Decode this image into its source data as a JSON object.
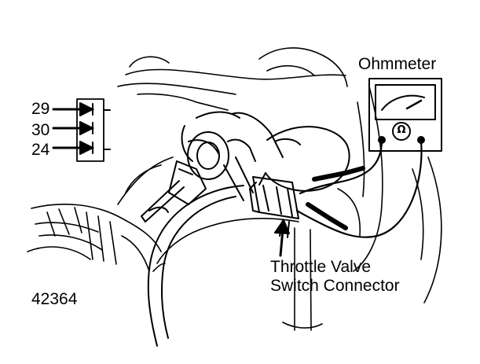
{
  "labels": {
    "meter": "Ohmmeter",
    "connector_line1": "Throttle Valve",
    "connector_line2": "Switch Connector",
    "figure_id": "42364"
  },
  "pins": [
    {
      "number": "29"
    },
    {
      "number": "30"
    },
    {
      "number": "24"
    }
  ],
  "meter_symbol": "Ω",
  "colors": {
    "ink": "#000000",
    "paper": "#ffffff"
  }
}
